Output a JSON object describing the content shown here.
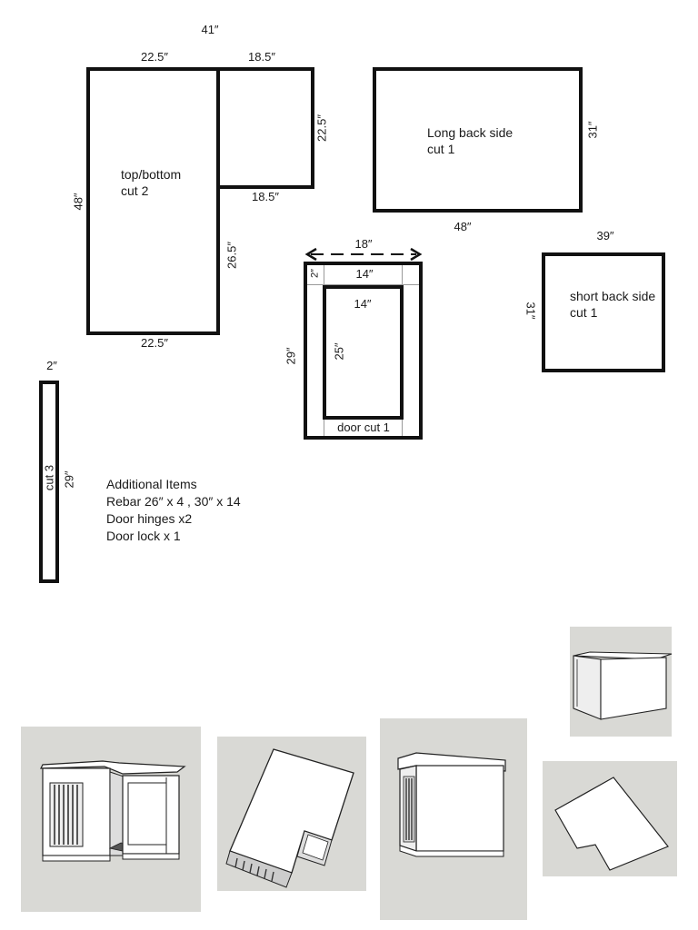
{
  "top_bottom": {
    "overall_width": "41″",
    "left_top_width": "22.5″",
    "right_top_width": "18.5″",
    "right_height": "22.5″",
    "right_bottom_width": "18.5″",
    "left_height": "48″",
    "inner_height": "26.5″",
    "bottom_width": "22.5″",
    "name": "top/bottom",
    "cut": "cut 2"
  },
  "long_back": {
    "name": "Long back side",
    "cut": "cut 1",
    "height": "31″",
    "width": "48″"
  },
  "door": {
    "overall_width": "18″",
    "top_inner_width": "14″",
    "frame_thickness": "2″",
    "door_width": "14″",
    "door_height": "25″",
    "overall_height": "29″",
    "label": "door cut 1"
  },
  "short_back": {
    "name": "short back side",
    "cut": "cut 1",
    "width": "39″",
    "height": "31″"
  },
  "strip": {
    "width": "2″",
    "cut": "cut 3",
    "height": "29″"
  },
  "additional_items": {
    "heading": "Additional Items",
    "lines": [
      "Rebar 26″ x 4 , 30″ x 14",
      "Door hinges x2",
      "Door lock x 1"
    ]
  },
  "colors": {
    "outline": "#111111",
    "render_background": "#d9d9d5",
    "render_surface": "#ffffff"
  }
}
